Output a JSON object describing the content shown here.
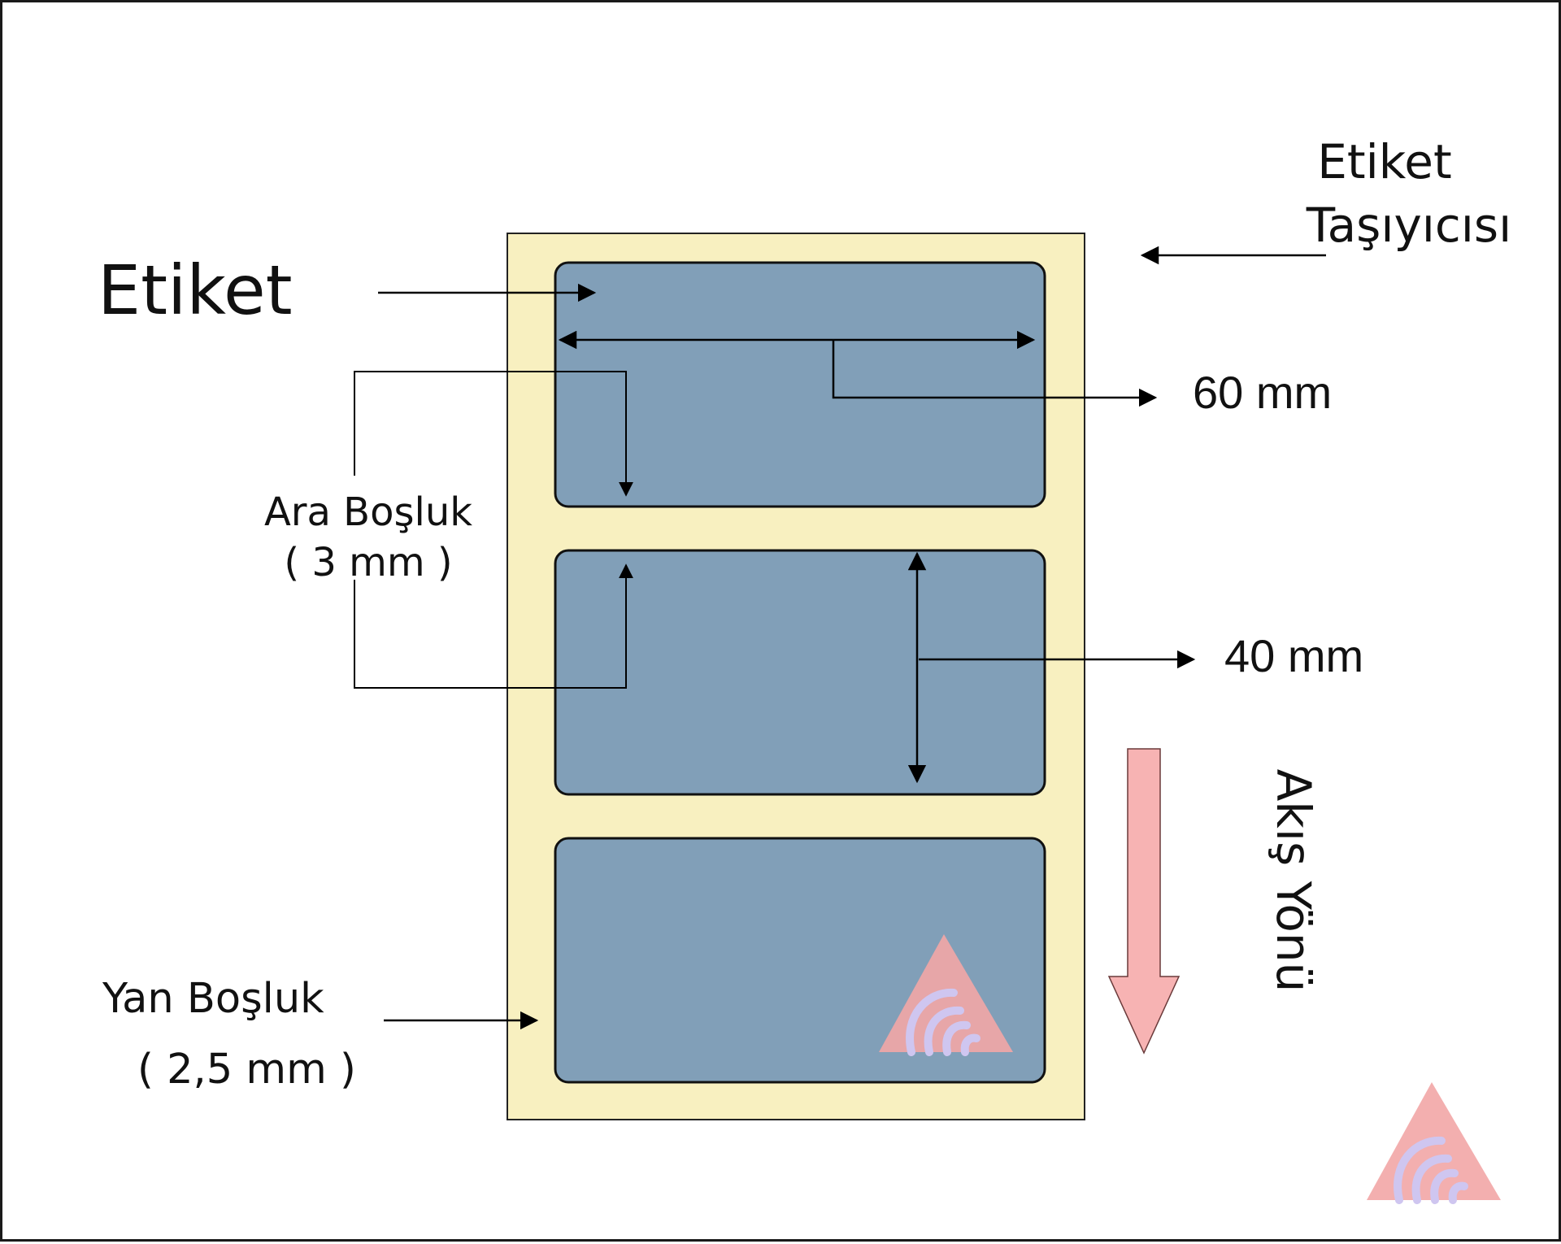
{
  "labels": {
    "etiket": "Etiket",
    "carrier_line1": "Etiket",
    "carrier_line2": "Taşıyıcısı",
    "width": "60 mm",
    "height": "40 mm",
    "gap_line1": "Ara Boşluk",
    "gap_line2": "( 3 mm )",
    "side_line1": "Yan Boşluk",
    "side_line2": "( 2,5 mm )",
    "flow_direction": "Akış Yönü"
  },
  "colors": {
    "carrier": "#f8f0c0",
    "label": "#819fb8",
    "flow_arrow": "#f7b3b3",
    "logo_red": "#f2a6a6",
    "logo_lilac": "#cfc6f0"
  },
  "icons": {
    "logo": "triangle-fingerprint-logo"
  }
}
